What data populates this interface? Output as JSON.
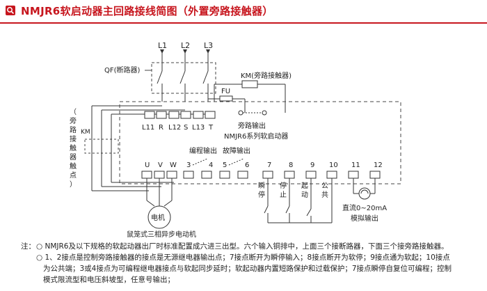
{
  "header": {
    "title": "NMJR6软启动器主回路接线简图（外置旁路接触器）",
    "accent": "#c7161e",
    "icon": "search-icon"
  },
  "diagram": {
    "phases": [
      "L1",
      "L2",
      "L3"
    ],
    "breaker_label": "QF(断路器)",
    "bypass_contactor_label": "KM(旁路接触器)",
    "fuse_label": "FU",
    "side_km_label": "KM",
    "side_vertical_label": [
      "（",
      "旁",
      "路",
      "接",
      "触",
      "器",
      "触",
      "点",
      "）"
    ],
    "top_terminals": [
      "L11",
      "R",
      "L12",
      "S",
      "L13",
      "T"
    ],
    "bypass_output_label": "旁路输出",
    "softstarter_label": "NMJR6系列软启动器",
    "bottom_terminals": [
      "U",
      "V",
      "W",
      "3",
      "4",
      "5",
      "6",
      "7",
      "8",
      "9",
      "10",
      "11",
      "12"
    ],
    "programmable_output_label": "编程输出",
    "fault_output_label": "故障输出",
    "motor_label": "电机",
    "motor_caption": "鼠笼式三相异步电动机",
    "switch_labels": [
      [
        "瞬",
        "停"
      ],
      [
        "停",
        "止"
      ],
      [
        "起",
        "动"
      ],
      [
        "公",
        "共"
      ]
    ],
    "analog_label_1": "直流0~20mA",
    "analog_label_2": "模拟输出"
  },
  "notes": {
    "label": "注：",
    "lines": [
      "○ NMJR6及以下规格的软起动器出厂时标准配置成六进三出型。六个输入铜排中，上面三个接断路器，下面三个接旁路接触器。",
      "○ 1、2接点是控制旁路接触器的接点是无源继电器输出点；7接点断开为瞬停输入；8接点断开为软停；9接点通为软起；10接点",
      "为公共端；3或4接点为可编程继电器接点与软起同步延时；软起动器内置短路保护和过载保护；7接点瞬停自复位可编程；控制",
      "模式限流型和电压斜坡型，任意号输出；"
    ]
  }
}
